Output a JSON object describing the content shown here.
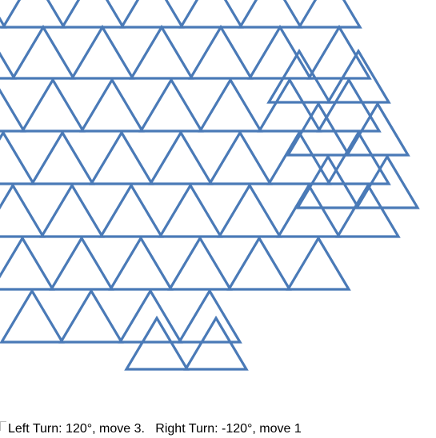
{
  "caption": {
    "left_turn": "Left Turn: 120°, move 3.",
    "right_turn": "Right Turn: -120°, move 1"
  },
  "pattern": {
    "stroke_color": "#4a7ab7",
    "background_color": "#ffffff",
    "shape": "equilateral-triangle",
    "rows": 7
  }
}
